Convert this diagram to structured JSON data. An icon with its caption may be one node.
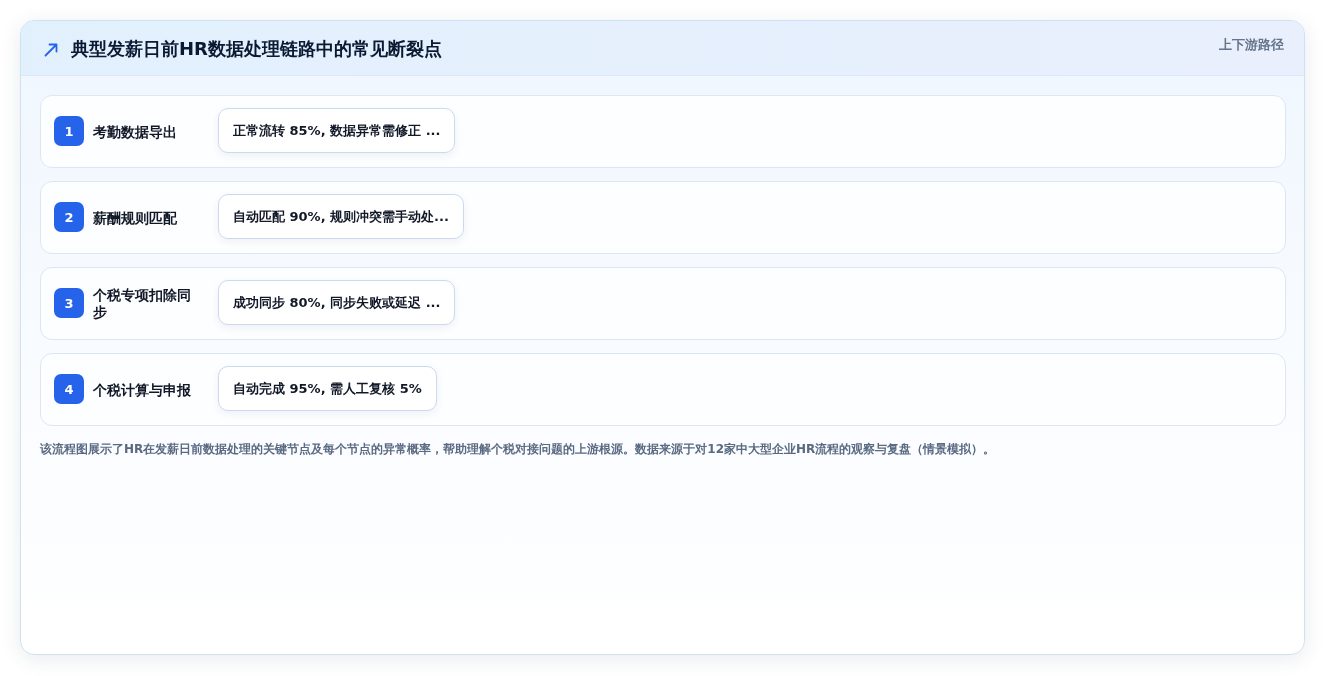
{
  "diagram": {
    "title": "典型发薪日前HR数据处理链路中的常见断裂点",
    "caption": "该流程图展示了HR在发薪日前数据处理的关键节点及每个节点的异常概率，帮助理解个税对接问题的上游根源。数据来源于对12家中大型企业HR流程的观察与复盘（情景模拟）。",
    "nodes": [
      {
        "text": [
          "考勤数据导出"
        ]
      },
      {
        "text": [
          "1"
        ],
        "in": 0
      },
      {
        "text": [
          "正常流转 85%, 数据异常需修正 ..."
        ],
        "in": 0
      },
      {
        "text": [
          "薪酬规则匹配"
        ]
      },
      {
        "text": [
          "2"
        ],
        "in": 3
      },
      {
        "text": [
          "自动匹配 90%, 规则冲突需手动处..."
        ],
        "in": 3
      },
      {
        "text": [
          "个税专项扣除同步"
        ]
      },
      {
        "text": [
          "3"
        ],
        "in": 6
      },
      {
        "text": [
          "成功同步 80%, 同步失败或延迟 ..."
        ],
        "in": 6
      },
      {
        "text": [
          "个税计算与申报"
        ]
      },
      {
        "text": [
          "4"
        ],
        "in": 9
      },
      {
        "text": [
          "自动完成 95%, 需人工复核 5%"
        ],
        "in": 9
      }
    ],
    "labels": [
      "上下游路径"
    ]
  }
}
